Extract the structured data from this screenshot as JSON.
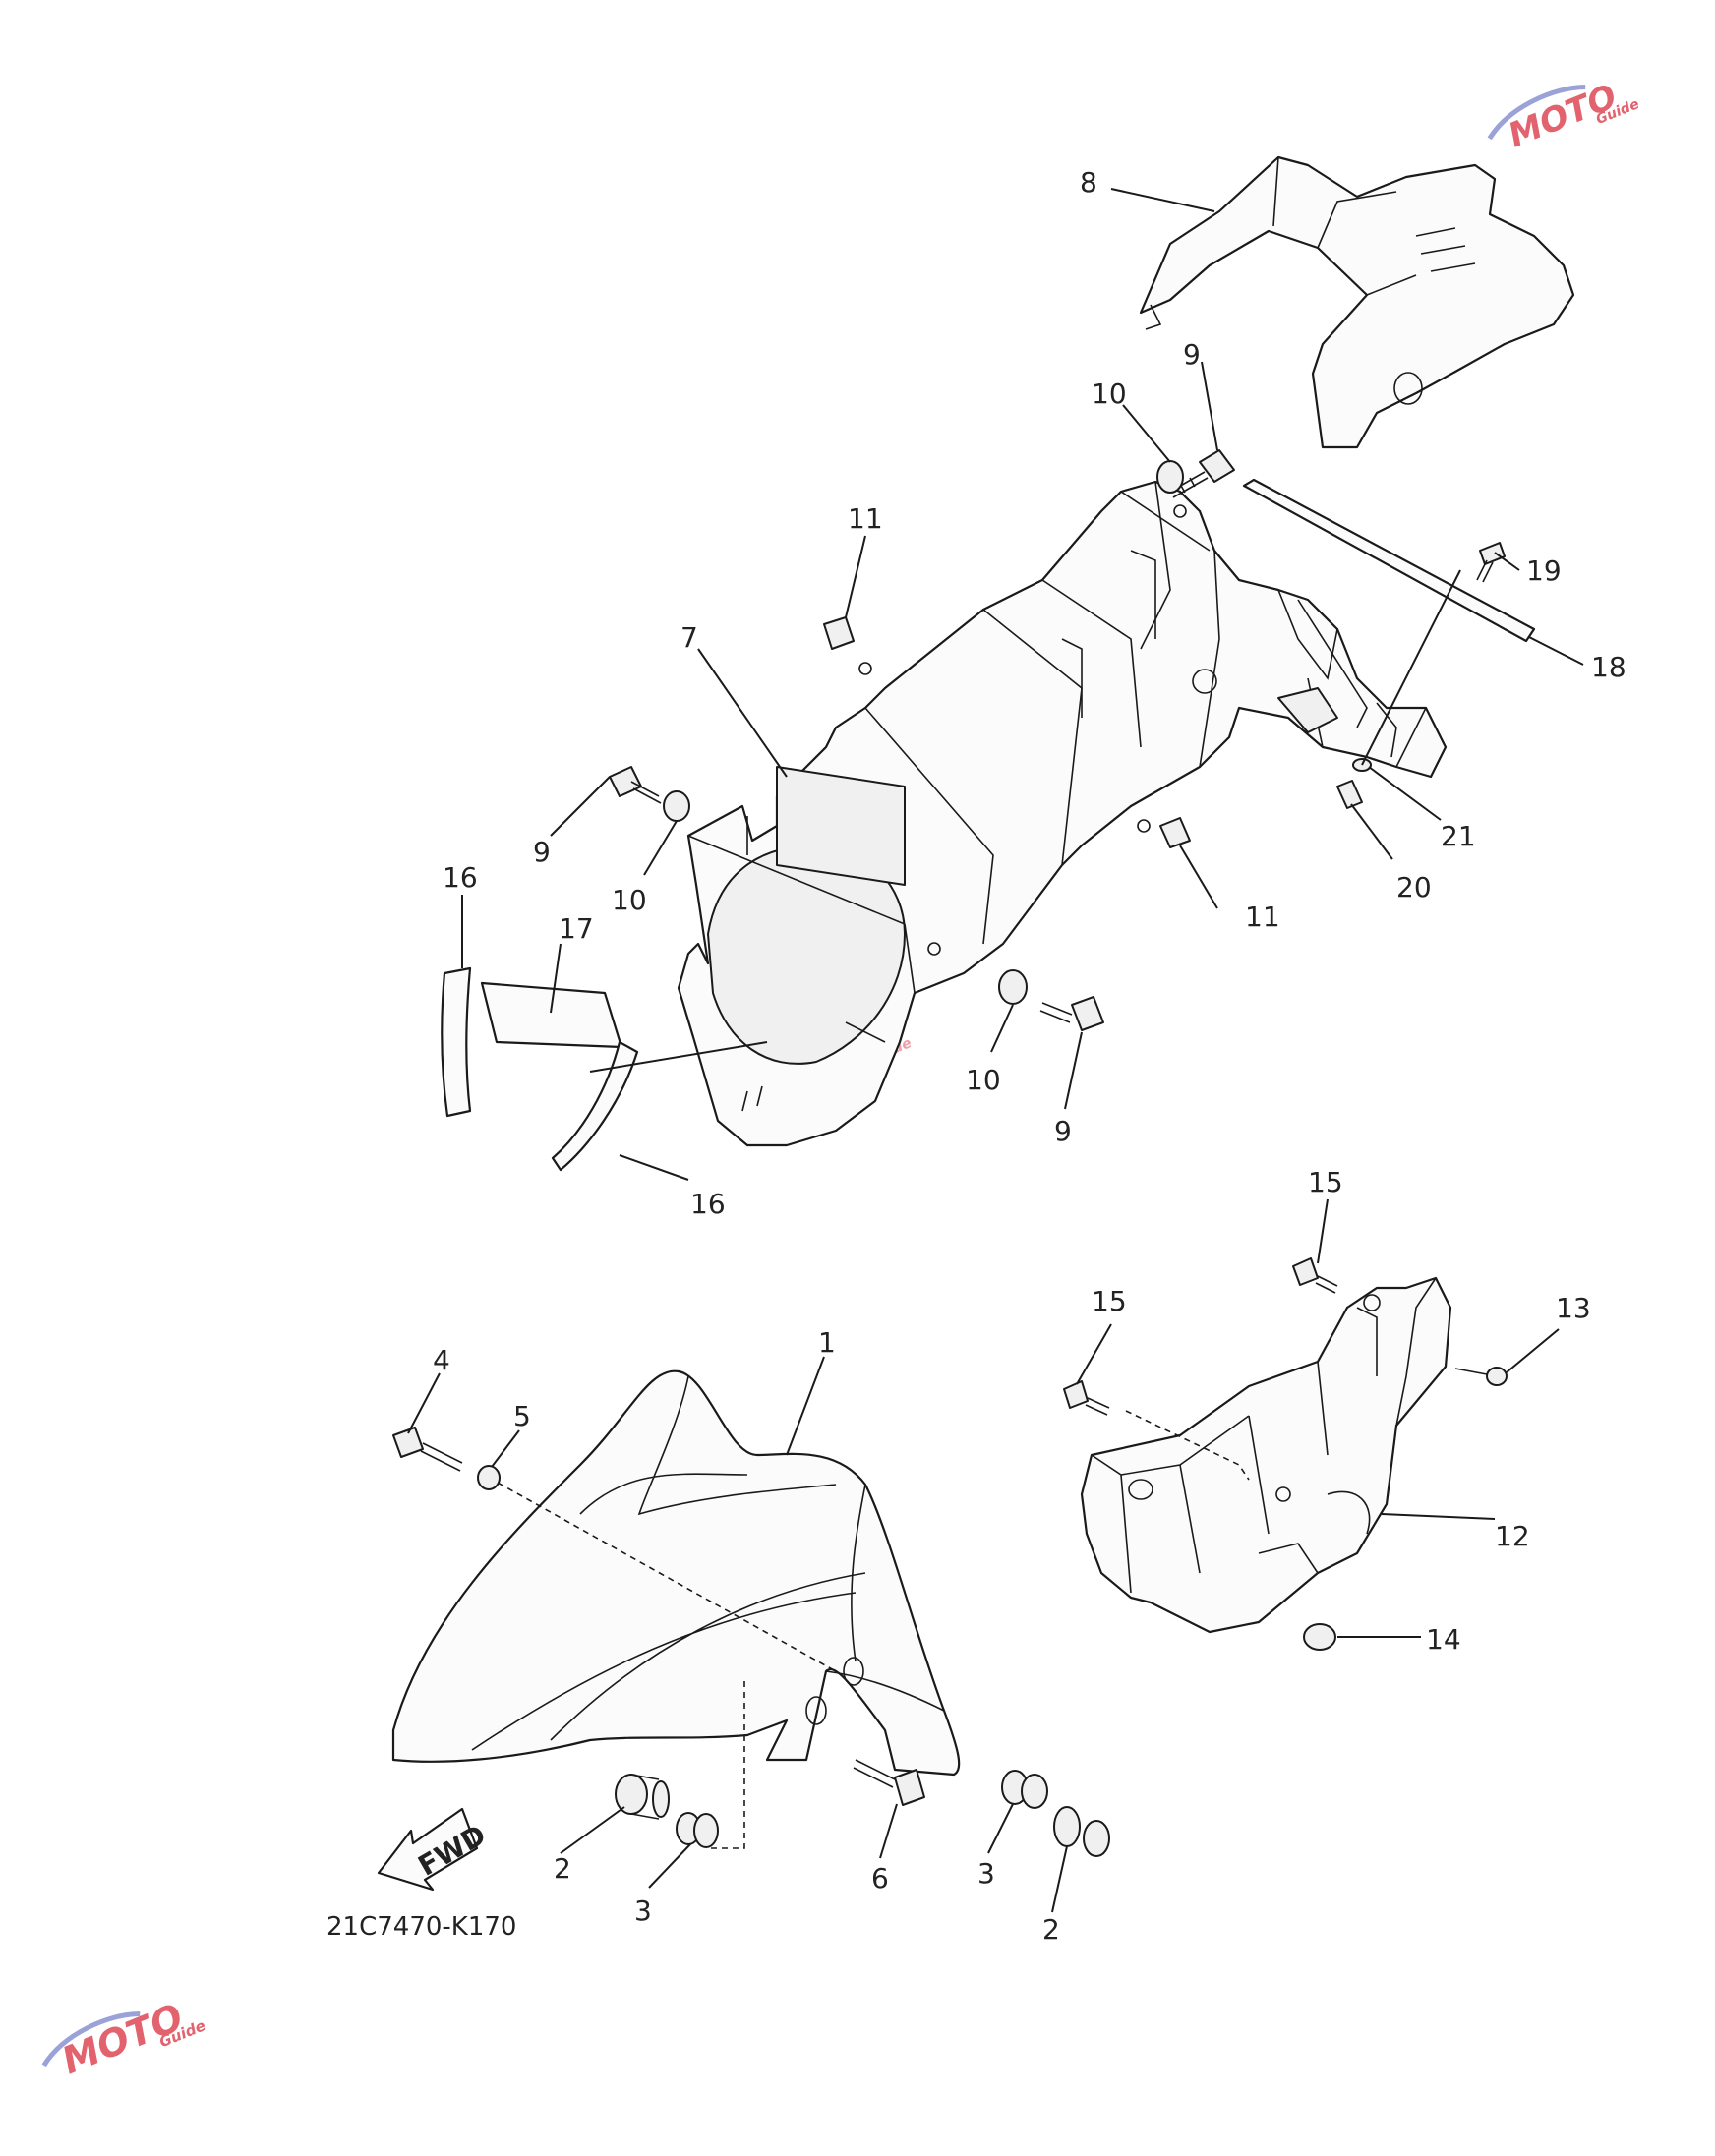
{
  "diagram_code": "21C7470-K170",
  "fwd_label": "FWD",
  "watermark": {
    "brand": "MOTO",
    "sub": "Guide",
    "color": "#e2626e"
  },
  "callouts": {
    "c1": "1",
    "c2a": "2",
    "c2b": "2",
    "c3a": "3",
    "c3b": "3",
    "c4": "4",
    "c5": "5",
    "c6": "6",
    "c7": "7",
    "c8": "8",
    "c9a": "9",
    "c9b": "9",
    "c9c": "9",
    "c10a": "10",
    "c10b": "10",
    "c10c": "10",
    "c11a": "11",
    "c11b": "11",
    "c12": "12",
    "c13": "13",
    "c14": "14",
    "c15a": "15",
    "c15b": "15",
    "c16a": "16",
    "c16b": "16",
    "c17": "17",
    "c18": "18",
    "c19": "19",
    "c20": "20",
    "c21": "21"
  }
}
